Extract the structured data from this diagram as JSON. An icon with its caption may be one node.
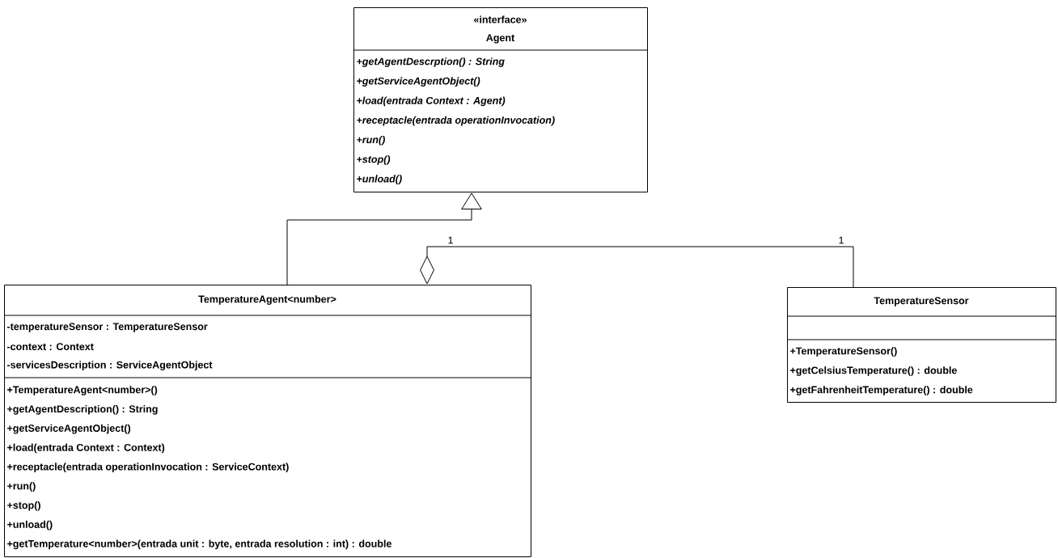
{
  "diagram": {
    "nodes": [
      {
        "text": [
          "«interface»",
          "Agent",
          "+getAgentDescrption() : String",
          "+getServiceAgentObject()",
          "+load(entrada Context : Agent)",
          "+receptacle(entrada operationInvocation)",
          "+run()",
          "+stop()",
          "+unload()"
        ]
      },
      {
        "text": [
          "TemperatureAgent<number>",
          "-temperatureSensor : TemperatureSensor",
          "-context : Context",
          "-servicesDescription : ServiceAgentObject",
          "+TemperatureAgent<number>()",
          "+getAgentDescription() : String",
          "+getServiceAgentObject()",
          "+load(entrada Context : Context)",
          "+receptacle(entrada operationInvocation : ServiceContext)",
          "+run()",
          "+stop()",
          "+unload()",
          "+getTemperature<number>(entrada unit : byte, entrada resolution : int) : double"
        ]
      },
      {
        "text": [
          "TemperatureSensor",
          "+TemperatureSensor()",
          "+getCelsiusTemperature() : double",
          "+getFahrenheitTemperature() : double"
        ]
      }
    ],
    "edges": [
      {
        "from": 1,
        "to": 0,
        "arrow": "to"
      },
      {
        "from": 1,
        "to": 2,
        "arrow": "other"
      }
    ],
    "labels": [
      "1",
      "1"
    ]
  }
}
